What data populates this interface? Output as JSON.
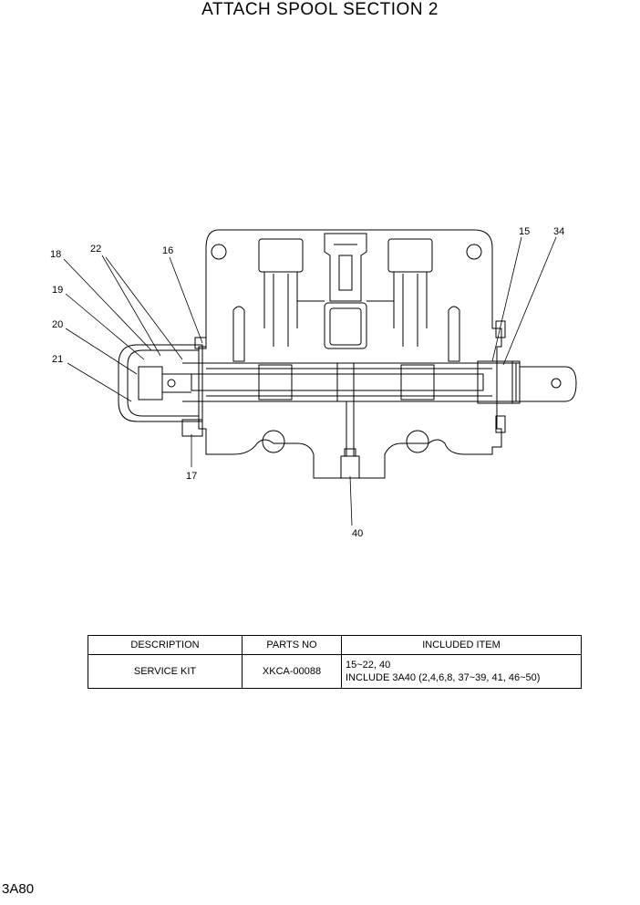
{
  "title": "ATTACH SPOOL SECTION 2",
  "page_code": "3A80",
  "callouts": [
    "18",
    "22",
    "16",
    "19",
    "20",
    "21",
    "17",
    "40",
    "15",
    "34"
  ],
  "table": {
    "headers": [
      "DESCRIPTION",
      "PARTS NO",
      "INCLUDED ITEM"
    ],
    "row": {
      "description": "SERVICE KIT",
      "parts_no": "XKCA-00088",
      "included_line1": "15~22, 40",
      "included_line2": "INCLUDE 3A40 (2,4,6,8, 37~39, 41, 46~50)"
    }
  }
}
